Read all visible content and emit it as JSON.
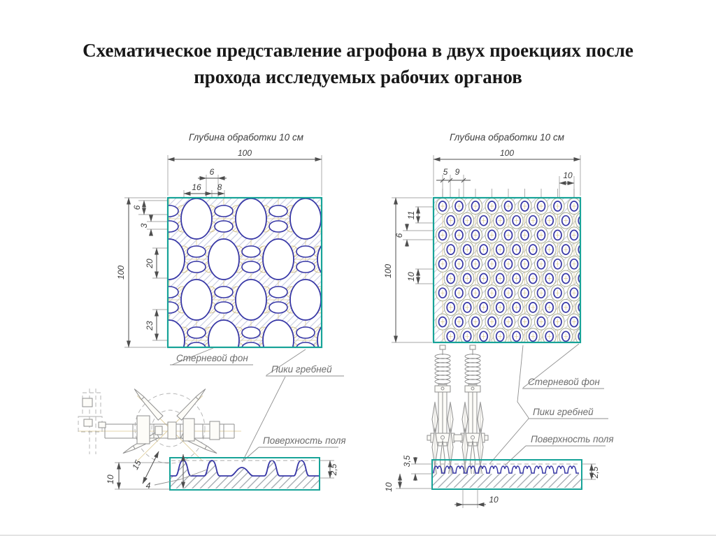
{
  "title": {
    "line1": "Схематическое  представление агрофона в двух проекциях после",
    "line2": "прохода исследуемых рабочих органов"
  },
  "figures": {
    "left": {
      "caption": "Глубина обработки 10 см",
      "dims": {
        "total_width": "100",
        "top_gap": "6",
        "top_left": "16",
        "top_right": "8",
        "total_height": "100",
        "row_a": "6",
        "row_b": "3",
        "row_c": "20",
        "row_d": "23",
        "ridge": "15",
        "furrow": "4",
        "depth": "10",
        "edge_depth": "2,5"
      },
      "labels": {
        "stubble": "Стерневой фон",
        "peaks": "Пики гребней",
        "surface": "Поверхность поля"
      }
    },
    "right": {
      "caption": "Глубина обработки 10 см",
      "dims": {
        "total_width": "100",
        "top_a": "5",
        "top_b": "9",
        "top_c": "10",
        "total_height": "100",
        "side_a": "11",
        "side_b": "6",
        "side_c": "10",
        "ridge": "3,5",
        "depth": "10",
        "tine_spacing": "10",
        "edge_depth": "2,5"
      },
      "labels": {
        "stubble": "Стерневой фон",
        "peaks": "Пики гребней",
        "surface": "Поверхность поля"
      }
    }
  },
  "colors": {
    "teal": "#17a398",
    "navy": "#3737a6",
    "hatch_blue": "#bcc2dc",
    "hatch_soil": "#9ba1a8",
    "tan": "#d9c48c",
    "tan_hatch": "#d2bc7f",
    "ring_outer": "#a8ab8e",
    "dim_line": "#4e4e4e",
    "label_text": "#6d6d6d"
  }
}
